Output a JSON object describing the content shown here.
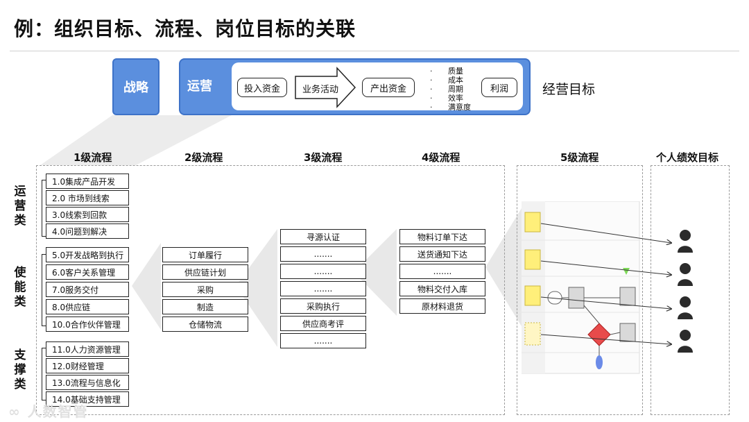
{
  "title": "例：组织目标、流程、岗位目标的关联",
  "top": {
    "strategy": "战略",
    "operations": "运营",
    "flow": [
      "投入资金",
      "业务活动",
      "产出资金"
    ],
    "metrics": [
      "质量",
      "成本",
      "周期",
      "效率",
      "满意度"
    ],
    "profit": "利润",
    "goal_label": "经营目标"
  },
  "headers": {
    "l1": "1级流程",
    "l2": "2级流程",
    "l3": "3级流程",
    "l4": "4级流程",
    "l5": "5级流程",
    "personal": "个人绩效目标"
  },
  "categories": [
    {
      "label": "运营类",
      "chars": [
        "运",
        "营",
        "类"
      ]
    },
    {
      "label": "使能类",
      "chars": [
        "使",
        "能",
        "类"
      ]
    },
    {
      "label": "支撑类",
      "chars": [
        "支",
        "撑",
        "类"
      ]
    }
  ],
  "level1": [
    [
      "1.0集成产品开发",
      "2.0 市场到线索",
      "3.0线索到回款",
      "4.0问题到解决"
    ],
    [
      "5.0开发战略到执行",
      "6.0客户关系管理",
      "7.0服务交付",
      "8.0供应链",
      "10.0合作伙伴管理"
    ],
    [
      "11.0人力资源管理",
      "12.0财经管理",
      "13.0流程与信息化",
      "14.0基础支持管理"
    ]
  ],
  "level2": [
    "订单履行",
    "供应链计划",
    "采购",
    "制造",
    "仓储物流"
  ],
  "level3": [
    "寻源认证",
    ".......",
    ".......",
    ".......",
    "采购执行",
    "供应商考评",
    "......."
  ],
  "level4": [
    "物料订单下达",
    "送货通知下达",
    ".......",
    "物料交付入库",
    "原材料退货"
  ],
  "watermark": "人数智管",
  "colors": {
    "accent_blue": "#5b8fde",
    "border_blue": "#3d72c8",
    "dash_gray": "#9a9a9a",
    "funnel_gray": "#e8e8e8",
    "person_dark": "#2b2b2b"
  }
}
